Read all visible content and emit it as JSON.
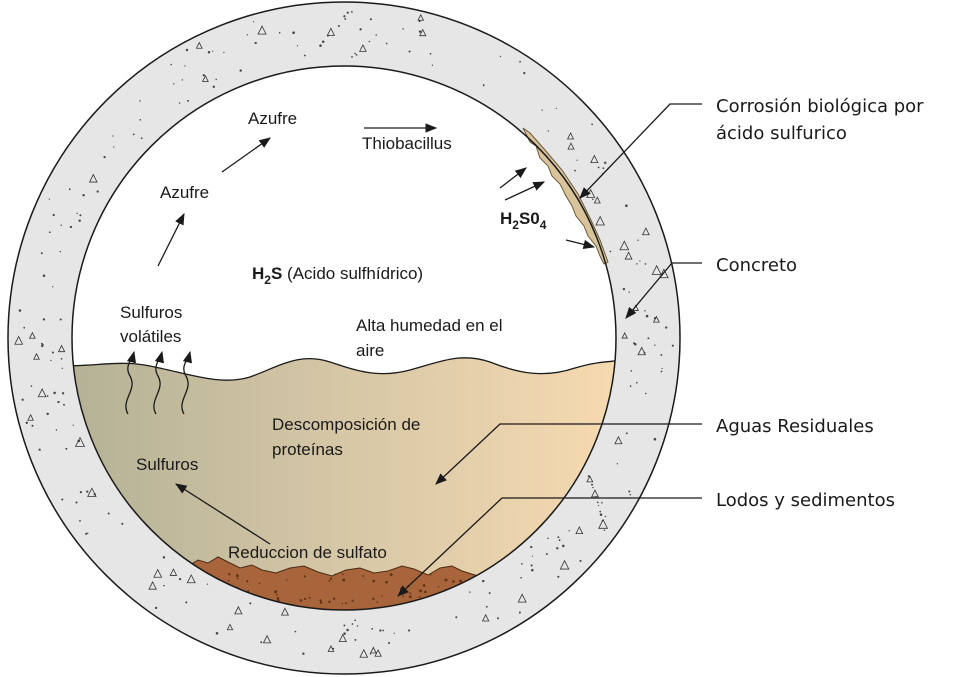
{
  "colors": {
    "concrete": "#e6e6e6",
    "outline": "#1a1a1a",
    "water_left": "#b7b59a",
    "water_right": "#f5d9b2",
    "sludge": "#a8643a",
    "corrosion": "#d8c39a"
  },
  "inside": {
    "azufre_top": "Azufre",
    "azufre_mid": "Azufre",
    "thiobacillus": "Thiobacillus",
    "h2so4_main": "H",
    "h2so4_sub1": "2",
    "h2so4_mid": "S0",
    "h2so4_sub2": "4",
    "h2s_main": "H",
    "h2s_sub": "2",
    "h2s_s": "S",
    "h2s_desc": " (Acido sulfhídrico)",
    "sulfuros_volatiles_line1": "Sulfuros",
    "sulfuros_volatiles_line2": "volátiles",
    "humedad_line1": "Alta humedad en el",
    "humedad_line2": "aire",
    "descomposicion_line1": "Descomposición de",
    "descomposicion_line2": "proteínas",
    "sulfuros": "Sulfuros",
    "reduccion": "Reduccion de sulfato"
  },
  "callouts": {
    "corrosion_line1": "Corrosión biológica por",
    "corrosion_line2": "ácido sulfurico",
    "concreto": "Concreto",
    "aguas": "Aguas Residuales",
    "lodos": "Lodos y sedimentos"
  }
}
